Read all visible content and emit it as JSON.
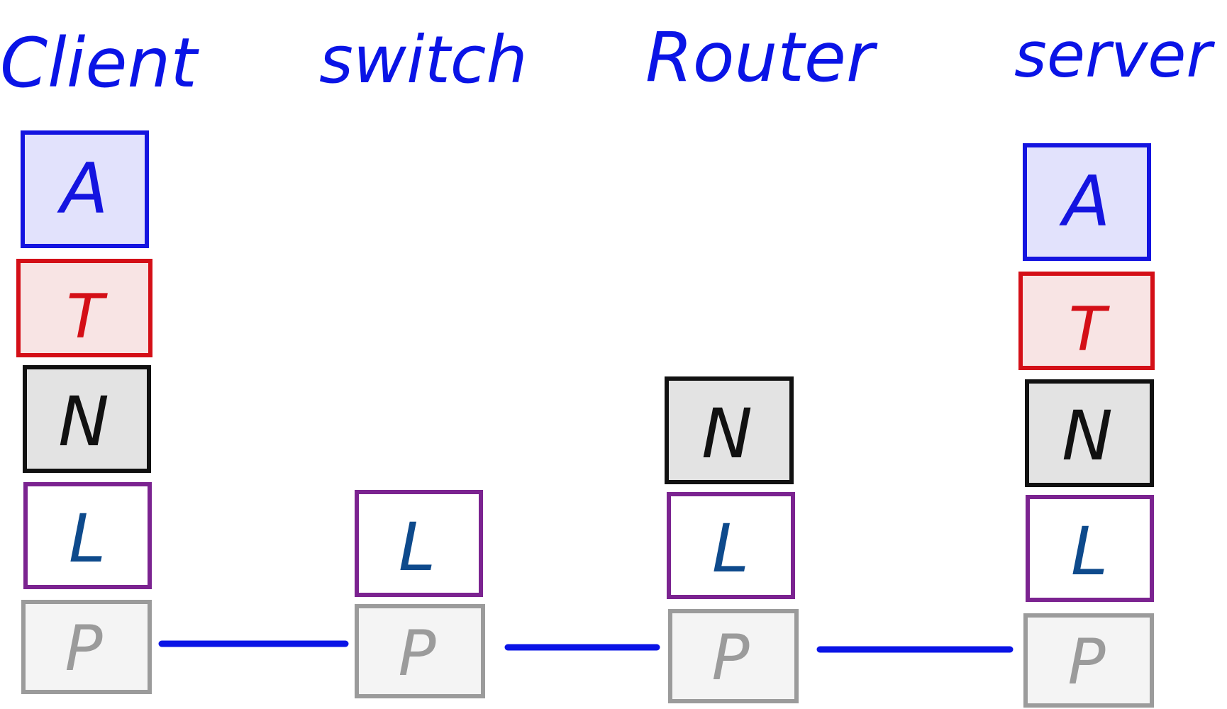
{
  "diagram": {
    "nodes": [
      {
        "id": "client",
        "title": "Client",
        "layers": [
          {
            "key": "application",
            "letter": "A"
          },
          {
            "key": "transport",
            "letter": "T"
          },
          {
            "key": "network",
            "letter": "N"
          },
          {
            "key": "link",
            "letter": "L"
          },
          {
            "key": "physical",
            "letter": "P"
          }
        ]
      },
      {
        "id": "switch",
        "title": "switch",
        "layers": [
          {
            "key": "link",
            "letter": "L"
          },
          {
            "key": "physical",
            "letter": "P"
          }
        ]
      },
      {
        "id": "router",
        "title": "Router",
        "layers": [
          {
            "key": "network",
            "letter": "N"
          },
          {
            "key": "link",
            "letter": "L"
          },
          {
            "key": "physical",
            "letter": "P"
          }
        ]
      },
      {
        "id": "server",
        "title": "server",
        "layers": [
          {
            "key": "application",
            "letter": "A"
          },
          {
            "key": "transport",
            "letter": "T"
          },
          {
            "key": "network",
            "letter": "N"
          },
          {
            "key": "link",
            "letter": "L"
          },
          {
            "key": "physical",
            "letter": "P"
          }
        ]
      }
    ],
    "links": [
      {
        "from": "client",
        "to": "switch"
      },
      {
        "from": "switch",
        "to": "router"
      },
      {
        "from": "router",
        "to": "server"
      }
    ],
    "colors": {
      "title": "#0a14e6",
      "link_line": "#0a14e6",
      "application": {
        "stroke": "#1414e0",
        "fill": "#e2e2fc",
        "text": "#1414e0"
      },
      "transport": {
        "stroke": "#d40f17",
        "fill": "#f8e4e4",
        "text": "#d40f17"
      },
      "network": {
        "stroke": "#111111",
        "fill": "#e3e3e3",
        "text": "#111111"
      },
      "link": {
        "stroke": "#7b2390",
        "fill": "#ffffff",
        "text": "#0e4a8c"
      },
      "physical": {
        "stroke": "#9b9b9b",
        "fill": "#f4f4f4",
        "text": "#9b9b9b"
      }
    }
  }
}
